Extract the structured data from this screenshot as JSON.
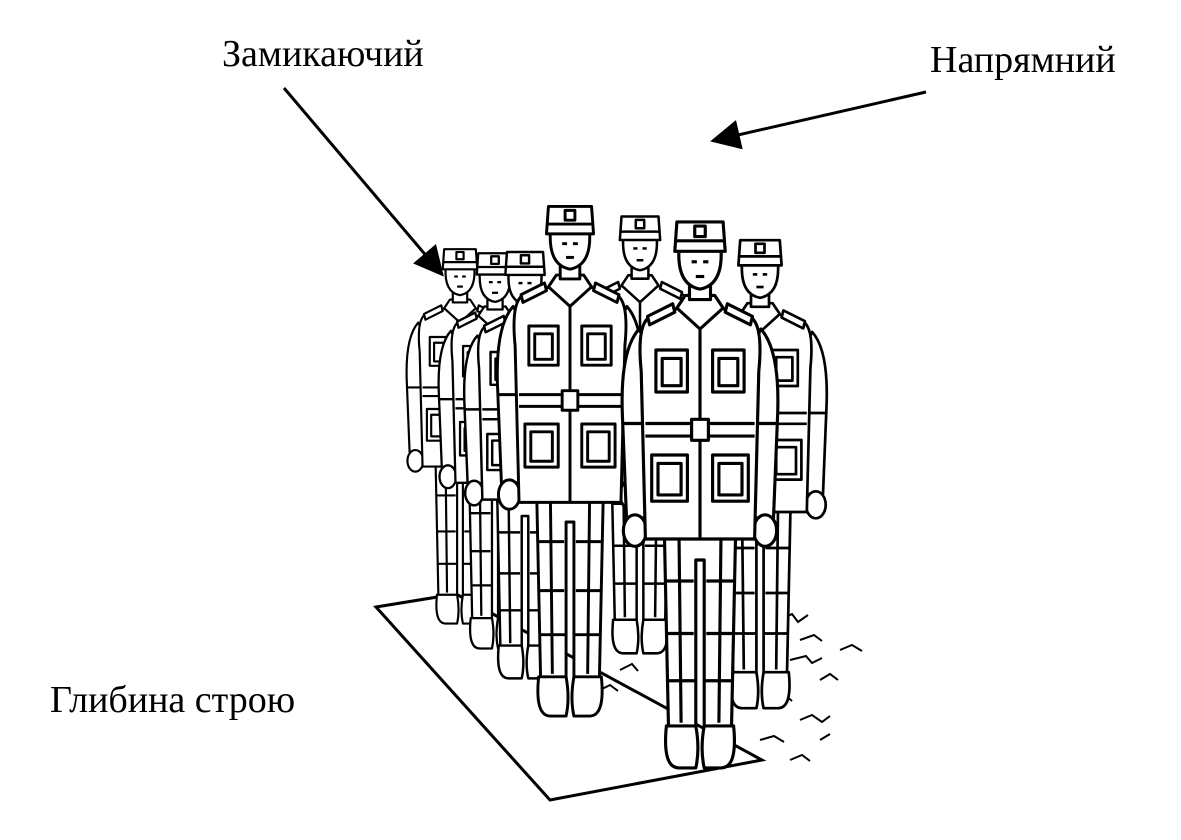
{
  "labels": {
    "closing": "Замикаючий",
    "guide": "Напрямний",
    "depth": "Глибина строю"
  },
  "colors": {
    "ink": "#000000",
    "paper": "#ffffff"
  }
}
